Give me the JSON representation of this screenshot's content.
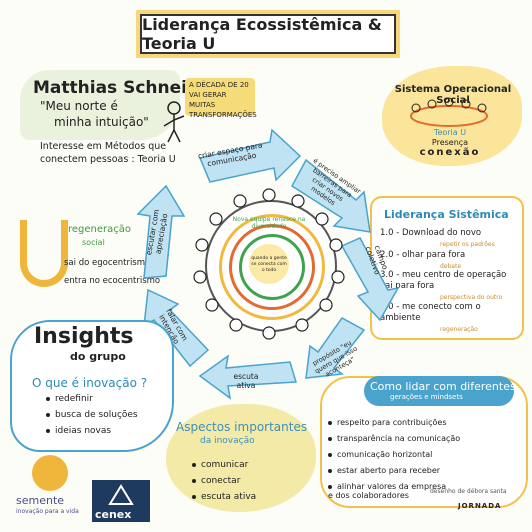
{
  "title": "Liderança Ecossistêmica & Teoria U",
  "person": {
    "name": "Matthias Schneider",
    "quote_line1": "\"Meu norte é",
    "quote_line2": "minha intuição\"",
    "interest": "Interesse em Métodos que conectem pessoas : Teoria U",
    "decade_note": "A DÉCADA DE 20 VAI GERAR MUITAS TRANSFORMAÇÕES"
  },
  "system": {
    "title": "Sistema Operacional Social",
    "sub": "Teoria U",
    "presence": "Presença",
    "connection": "conexão"
  },
  "leadership": {
    "title": "Liderança Sistêmica",
    "items": [
      {
        "label": "1.0 - Download do novo",
        "note": "repetir os padrões"
      },
      {
        "label": "2.0 - olhar para fora",
        "note": "debate"
      },
      {
        "label": "3.0 - meu centro de operação vai para fora",
        "note": "perspectiva do outro"
      },
      {
        "label": "4.0 - me conecto com o ambiente",
        "note": "regeneração"
      }
    ]
  },
  "regeneration": {
    "title": "regeneração",
    "sub": "social",
    "line1": "sai do egocentrismo",
    "line2": "entra no ecocentrismo"
  },
  "cycle": {
    "arrows": [
      "criar espaço para comunicação",
      "é preciso ampliar barreiras para criar novos modelos",
      "campo coletivo",
      "propósito \"eu quero que isso aconteça\"",
      "escuta ativa",
      "falar com intenção",
      "escutar com apreciação"
    ],
    "ring_text": "Nova equipe renasce na diversidade",
    "core_text": "quando a gente se conecta com o todo"
  },
  "insights": {
    "title": "Insights",
    "sub": "do grupo",
    "question": "O que é inovação ?",
    "items": [
      "redefinir",
      "busca de soluções",
      "ideias novas"
    ]
  },
  "aspects": {
    "title": "Aspectos importantes",
    "sub": "da inovação",
    "items": [
      "comunicar",
      "conectar",
      "escuta ativa"
    ]
  },
  "how_to": {
    "title": "Como lidar com diferentes",
    "sub": "gerações e mindsets",
    "items": [
      "respeito para contribuições",
      "transparência na comunicação",
      "comunicação horizontal",
      "estar aberto para receber",
      "alinhar valores da empresa e dos colaboradores"
    ]
  },
  "logos": {
    "semente": "semente",
    "semente_sub": "inovação para a vida",
    "cenex": "cenex",
    "credit": "desenho de débora santa",
    "jornada": "JORNADA"
  },
  "colors": {
    "blue_arrow": "#bfe3f2",
    "blue_stroke": "#4aa3cc",
    "yellow": "#f6dc79",
    "green": "#3fa34d",
    "orange": "#e36b2f"
  }
}
